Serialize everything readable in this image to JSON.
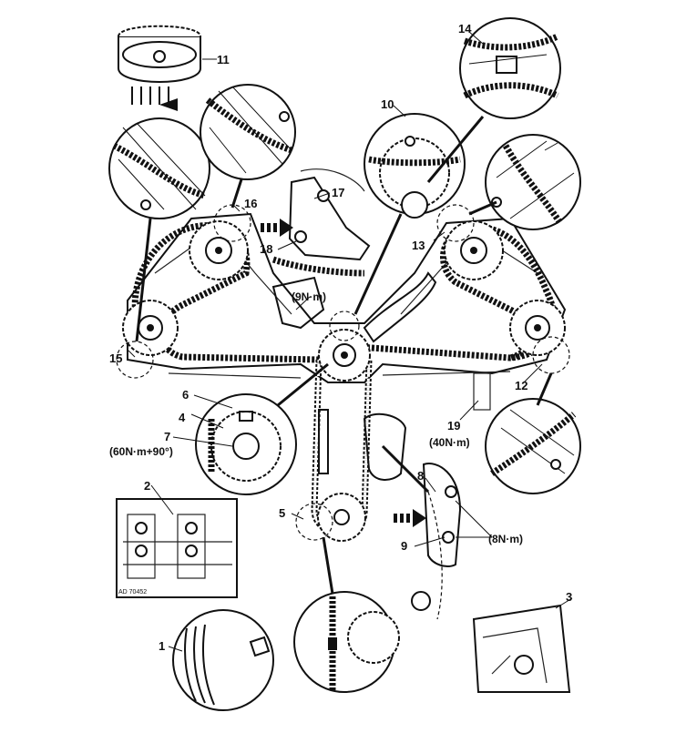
{
  "callouts": [
    {
      "id": "c1",
      "text": "1"
    },
    {
      "id": "c2",
      "text": "2"
    },
    {
      "id": "c3",
      "text": "3"
    },
    {
      "id": "c4",
      "text": "4"
    },
    {
      "id": "c5",
      "text": "5"
    },
    {
      "id": "c6",
      "text": "6"
    },
    {
      "id": "c7",
      "text": "7"
    },
    {
      "id": "c8",
      "text": "8"
    },
    {
      "id": "c9",
      "text": "9"
    },
    {
      "id": "c10",
      "text": "10"
    },
    {
      "id": "c11",
      "text": "11"
    },
    {
      "id": "c12",
      "text": "12"
    },
    {
      "id": "c13",
      "text": "13"
    },
    {
      "id": "c14",
      "text": "14"
    },
    {
      "id": "c15",
      "text": "15"
    },
    {
      "id": "c16",
      "text": "16"
    },
    {
      "id": "c17",
      "text": "17"
    },
    {
      "id": "c18",
      "text": "18"
    },
    {
      "id": "c19",
      "text": "19"
    }
  ],
  "torques": {
    "t9": "(9N·m)",
    "t7": "(60N·m+90°)",
    "t19": "(40N·m)",
    "t8": "(8N·m)"
  },
  "inset_code": "AD 70452"
}
